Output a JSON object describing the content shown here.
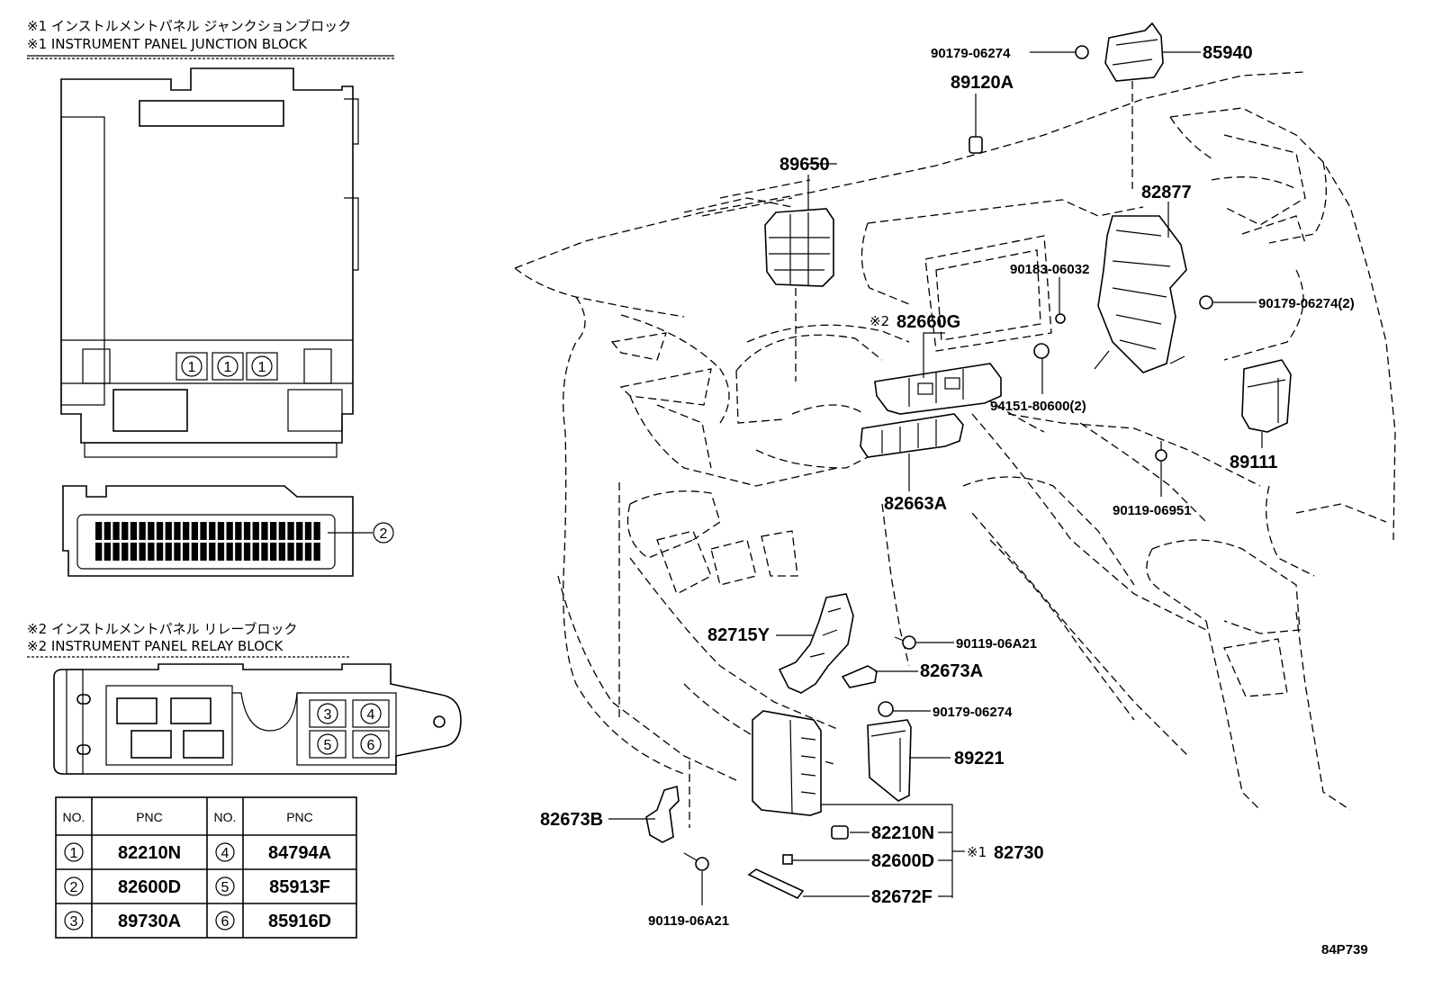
{
  "headers": {
    "jb_jp": "※1 インストルメントパネル ジャンクションブロック",
    "jb_en": "※1 INSTRUMENT PANEL JUNCTION BLOCK",
    "rb_jp": "※2 インストルメントパネル リレーブロック",
    "rb_en": "※2 INSTRUMENT PANEL RELAY BLOCK"
  },
  "markers": {
    "jb_conn1": "1",
    "jb_conn2": "1",
    "jb_conn3": "1",
    "jb_grid": "2",
    "rb_3": "3",
    "rb_4": "4",
    "rb_5": "5",
    "rb_6": "6"
  },
  "table": {
    "headers": [
      "NO.",
      "PNC",
      "NO.",
      "PNC"
    ],
    "rows": [
      {
        "no1": "1",
        "pnc1": "82210N",
        "no2": "4",
        "pnc2": "84794A"
      },
      {
        "no1": "2",
        "pnc1": "82600D",
        "no2": "5",
        "pnc2": "85913F"
      },
      {
        "no1": "3",
        "pnc1": "89730A",
        "no2": "6",
        "pnc2": "85916D"
      }
    ]
  },
  "callouts": {
    "c90179_06274_top": "90179-06274",
    "c85940": "85940",
    "c89120A": "89120A",
    "c89650": "89650",
    "c82877": "82877",
    "c90183_06032": "90183-06032",
    "c90179_06274_2": "90179-06274(2)",
    "c82660G_mark": "※2",
    "c82660G": "82660G",
    "c94151_80600_2": "94151-80600(2)",
    "c89111": "89111",
    "c90119_06951": "90119-06951",
    "c82663A": "82663A",
    "c82715Y": "82715Y",
    "c90119_06A21_a": "90119-06A21",
    "c82673A": "82673A",
    "c90179_06274_b": "90179-06274",
    "c89221": "89221",
    "c82673B": "82673B",
    "c82210N": "82210N",
    "c82600D": "82600D",
    "c82672F": "82672F",
    "c82730_mark": "※1",
    "c82730": "82730",
    "c90119_06A21_b": "90119-06A21"
  },
  "figure_id": "84P739"
}
